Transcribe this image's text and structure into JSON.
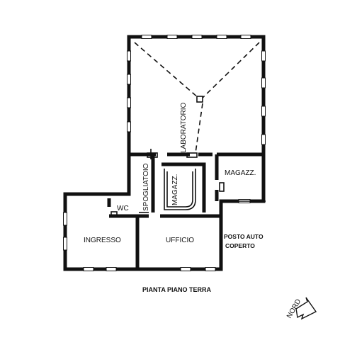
{
  "rooms": {
    "laboratorio": "LABORATORIO",
    "magazzino_right": "MAGAZZ.",
    "spogliatoio": "SPOGLIATOIO",
    "magazzino_center": "MAGAZZ.",
    "wc": "WC",
    "ingresso": "INGRESSO",
    "ufficio": "UFFICIO",
    "posto_auto_line1": "POSTO AUTO",
    "posto_auto_line2": "COPERTO"
  },
  "title": "PIANTA PIANO TERRA",
  "north_label": "NORD"
}
